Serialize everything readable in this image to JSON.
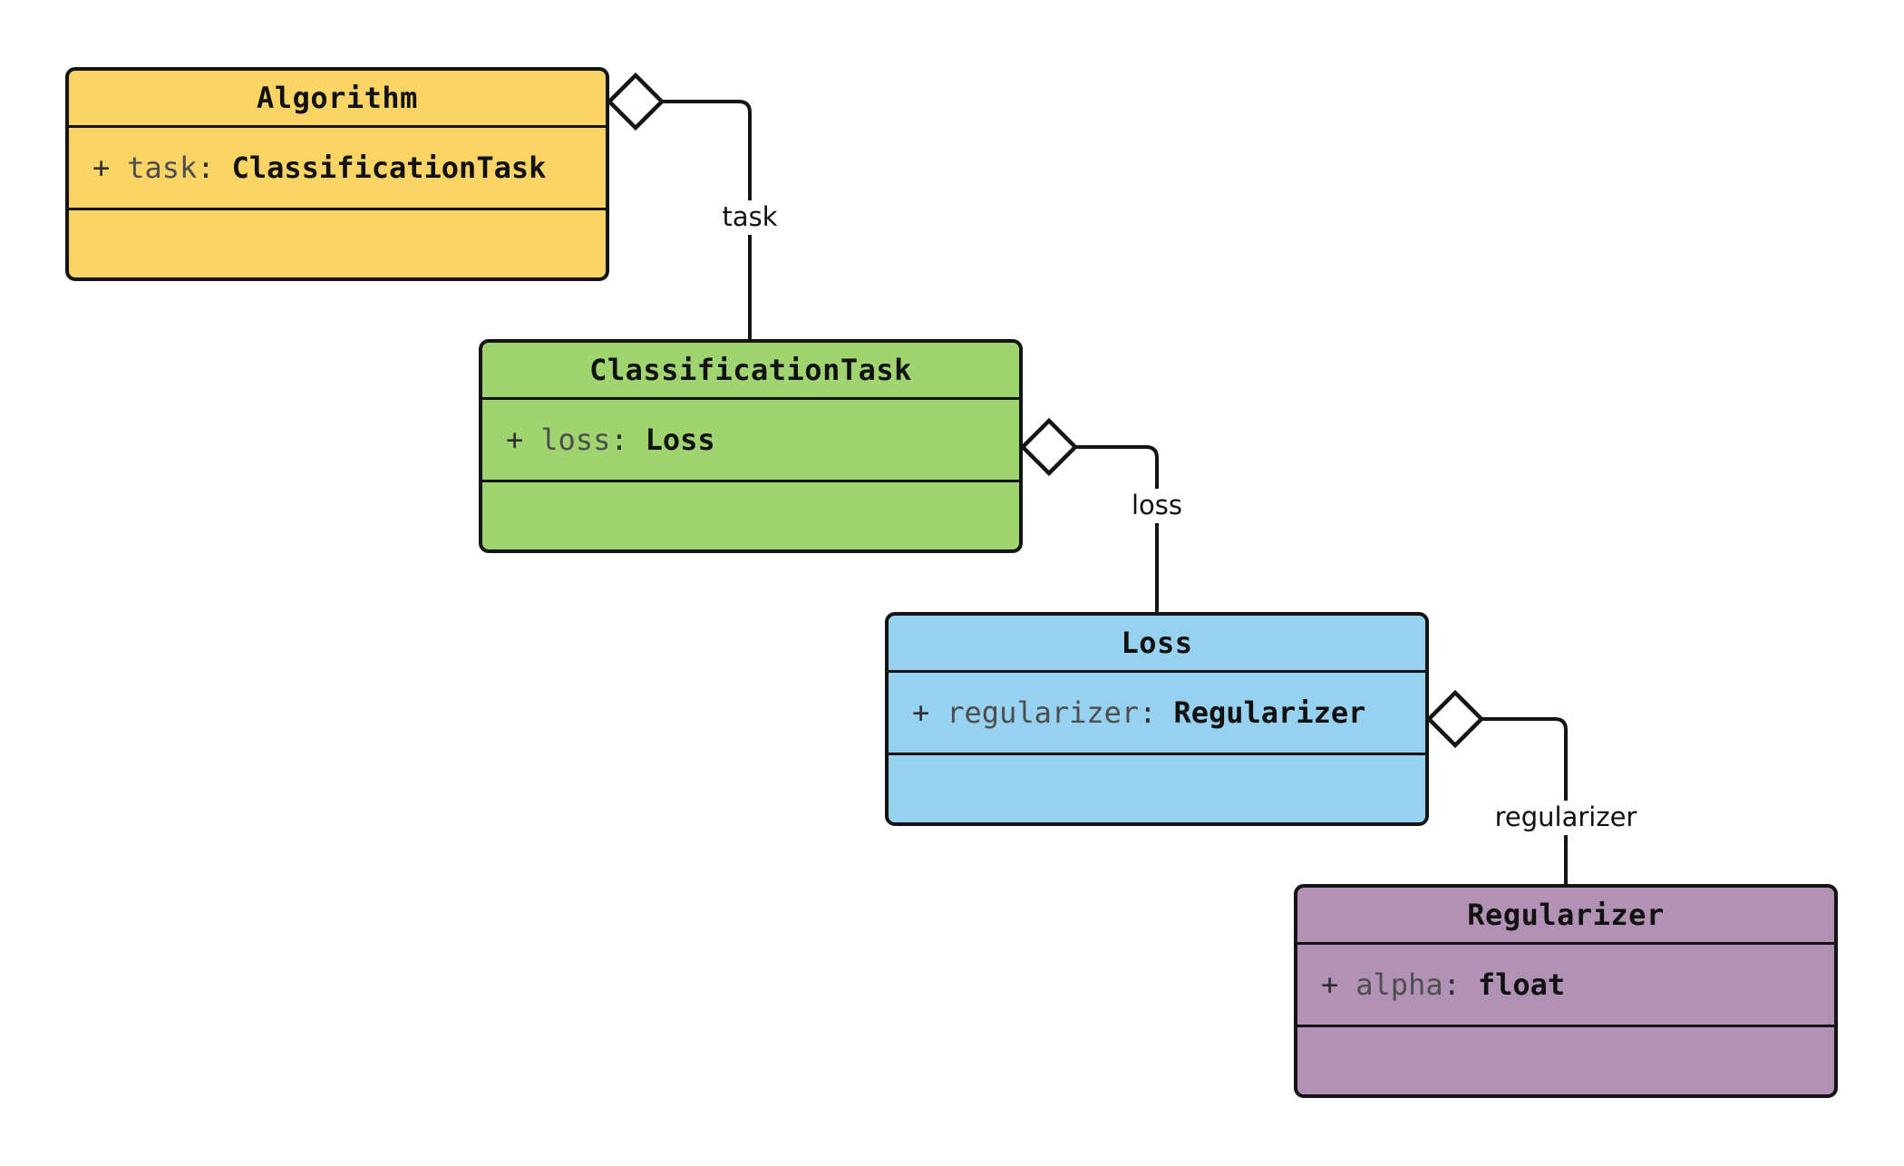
{
  "diagram": {
    "colors": {
      "background": "#ffffff",
      "line": "#141414",
      "diamond_fill": "#ffffff",
      "algorithm_fill": "#FAD566",
      "classification_task_fill": "#A0D470",
      "loss_fill": "#96D1F0",
      "regularizer_fill": "#B192B4"
    },
    "classes": [
      {
        "name": "Algorithm",
        "fill": "#FAD566",
        "attribute": {
          "visibility": "+",
          "name": "task",
          "colon": ":",
          "type": "ClassificationTask"
        }
      },
      {
        "name": "ClassificationTask",
        "fill": "#A0D470",
        "attribute": {
          "visibility": "+",
          "name": "loss",
          "colon": ":",
          "type": "Loss"
        }
      },
      {
        "name": "Loss",
        "fill": "#96D1F0",
        "attribute": {
          "visibility": "+",
          "name": "regularizer",
          "colon": ":",
          "type": "Regularizer"
        }
      },
      {
        "name": "Regularizer",
        "fill": "#B192B4",
        "attribute": {
          "visibility": "+",
          "name": "alpha",
          "colon": ":",
          "type": "float"
        }
      }
    ],
    "edges": [
      {
        "label": "task",
        "from": "Algorithm",
        "to": "ClassificationTask",
        "kind": "aggregation"
      },
      {
        "label": "loss",
        "from": "ClassificationTask",
        "to": "Loss",
        "kind": "aggregation"
      },
      {
        "label": "regularizer",
        "from": "Loss",
        "to": "Regularizer",
        "kind": "aggregation"
      }
    ]
  }
}
